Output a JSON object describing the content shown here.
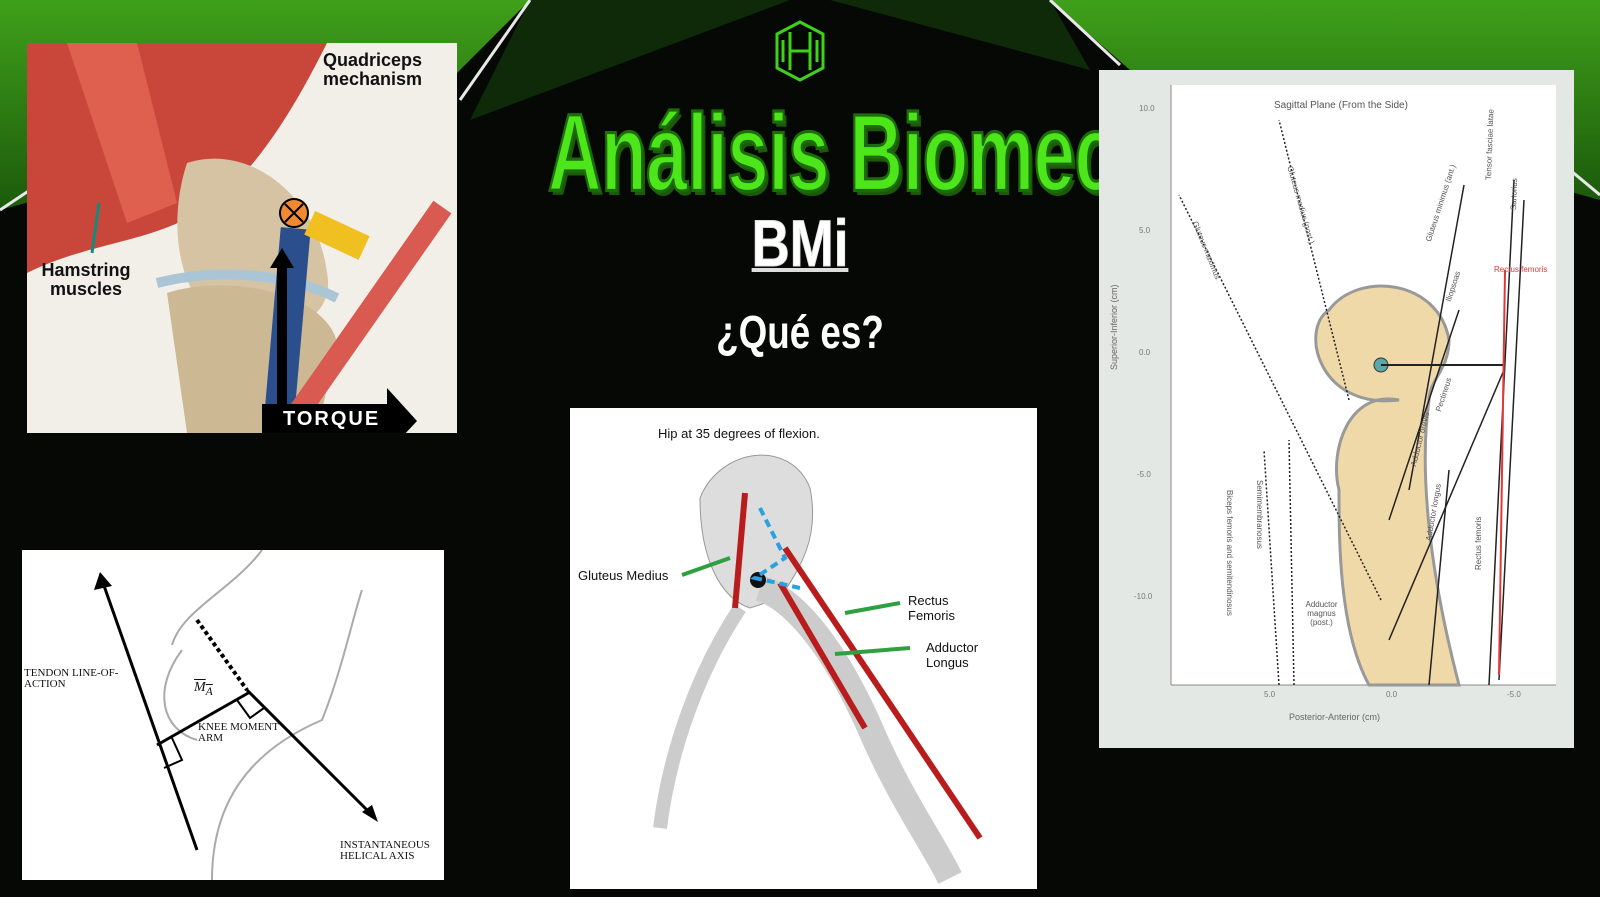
{
  "header": {
    "title": "Análisis Biomecánico",
    "brand": "BMi",
    "subtitle": "¿Qué es?",
    "logo_icon": "dumbbell-h-logo"
  },
  "colors": {
    "accent": "#4de61a",
    "background": "#050805",
    "dark_green": "#1d6b0a"
  },
  "panel_knee_torque": {
    "label_quadriceps": "Quadriceps mechanism",
    "label_hamstring": "Hamstring muscles",
    "label_torque": "TORQUE"
  },
  "panel_moment_arm": {
    "label_tendon": "TENDON LINE-OF-ACTION",
    "label_ma": "M",
    "label_ma_sub": "A",
    "label_knee": "KNEE MOMENT ARM",
    "label_axis": "INSTANTANEOUS HELICAL AXIS"
  },
  "panel_hip": {
    "caption": "Hip at 35 degrees of flexion.",
    "label_gluteus": "Gluteus Medius",
    "label_rectus": "Rectus Femoris",
    "label_adductor": "Adductor Longus"
  },
  "panel_sagittal": {
    "title": "Sagittal Plane (From the Side)",
    "ylabel": "Superior-Inferior (cm)",
    "xlabel": "Posterior-Anterior (cm)",
    "yticks": [
      "10.0",
      "5.0",
      "0.0",
      "-5.0",
      "-10.0"
    ],
    "xticks": [
      "5.0",
      "0.0",
      "-5.0"
    ],
    "muscles": [
      "Gluteus maximus",
      "Gluteus medius (post.)",
      "Gluteus minimus (ant.)",
      "Tensor fasciae latae",
      "Sartorius",
      "Rectus femoris",
      "Iliopsoas",
      "Pectineus",
      "Adductor brevis",
      "Adductor longus",
      "Rectus femoris",
      "Biceps femoris and semitendinosus",
      "Semimembranosus",
      "Adductor magnus (post.)"
    ]
  }
}
